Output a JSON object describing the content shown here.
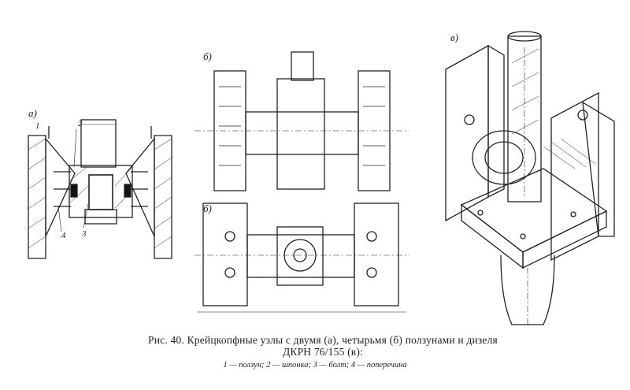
{
  "panels": {
    "a": "а)",
    "b_top": "б)",
    "b_bottom": "б)",
    "c": "в)"
  },
  "callouts": [
    "1",
    "2",
    "3",
    "4"
  ],
  "caption": {
    "line1": "Рис. 40.  Крейцкопфные узлы с двумя (а), четырьмя (б) ползунами и дизеля",
    "line2": "ДКРН 76/155 (в):"
  },
  "legend": "1 — ползун;  2 — шпонка;  3 — болт;  4 — поперечина"
}
